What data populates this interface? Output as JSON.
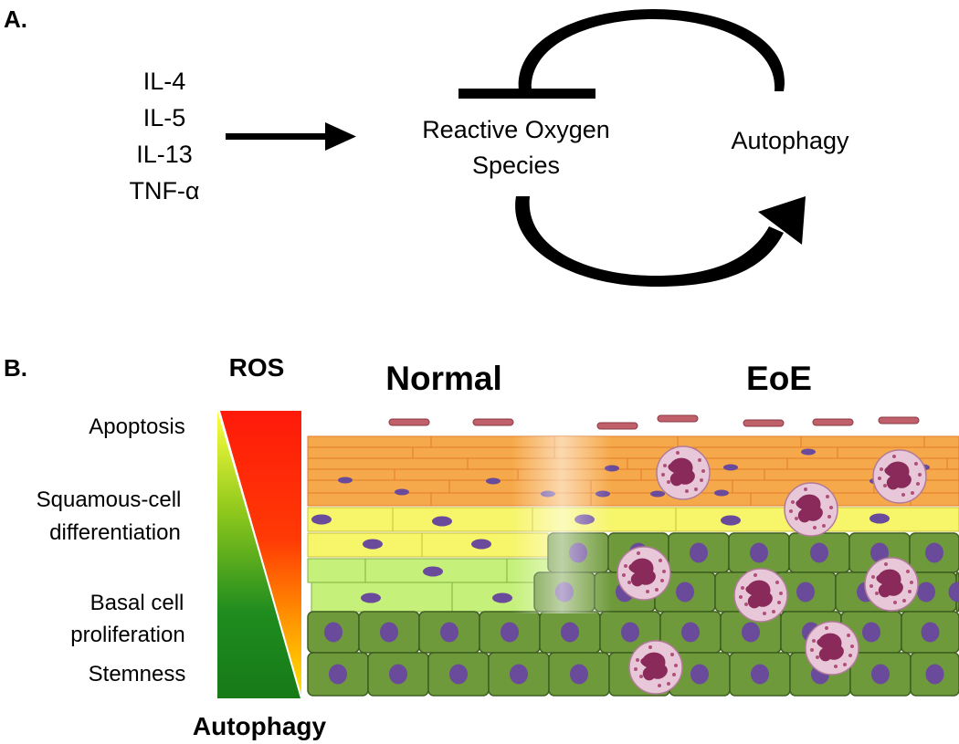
{
  "panel_a": {
    "label": "A.",
    "cytokines": [
      "IL-4",
      "IL-5",
      "IL-13",
      "TNF-α"
    ],
    "ros_line1": "Reactive Oxygen",
    "ros_line2": "Species",
    "autophagy": "Autophagy"
  },
  "panel_b": {
    "label": "B.",
    "ros_title": "ROS",
    "autophagy_title": "Autophagy",
    "levels": {
      "apoptosis": "Apoptosis",
      "squamous_1": "Squamous-cell",
      "squamous_2": "differentiation",
      "basal_1": "Basal cell",
      "basal_2": "proliferation",
      "stemness": "Stemness"
    },
    "normal_title": "Normal",
    "eoe_title": "EoE"
  },
  "colors": {
    "ros_red": "#ff1a0a",
    "ros_yellow": "#ffe500",
    "autophagy_green": "#1a8a1a",
    "orange_cells": "#f6a94a",
    "yellow_cells": "#f7f56a",
    "lightgreen_cells": "#c5f07a",
    "dark_green_cells": "#6f9a3b",
    "nucleus": "#6a4a9a",
    "eosinophil": "#e8c8d8"
  }
}
